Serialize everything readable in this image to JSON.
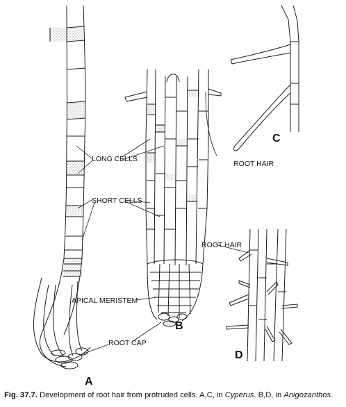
{
  "labels": {
    "long_cells": "LONG CELLS",
    "short_cells": "SHORT CELLS",
    "root_hair_c": "ROOT HAIR",
    "root_hair_d": "ROOT HAIR",
    "apical_meristem": "APICAL MERISTEM",
    "root_cap": "ROOT CAP"
  },
  "panels": {
    "a": "A",
    "b": "B",
    "c": "C",
    "d": "D"
  },
  "caption": {
    "prefix": "Fig. 37.7.",
    "text1": " Development of root hair from protruded cells. A,C, in ",
    "genus1": "Cyperus",
    "text2": ". B,D, in ",
    "genus2": "Anigozanthos",
    "text3": "."
  }
}
